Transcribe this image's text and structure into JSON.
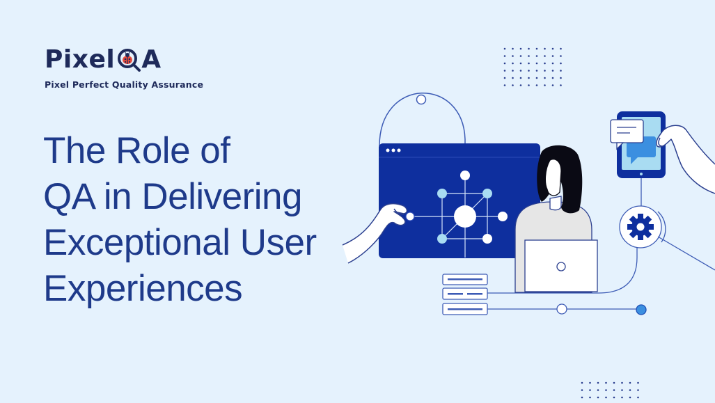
{
  "brand": {
    "name_part1": "Pixel",
    "name_part2": "A",
    "tagline": "Pixel Perfect Quality Assurance",
    "mark_icon": "magnifier-ladybug-icon",
    "colors": {
      "navy": "#1e2a5a",
      "ladybug": "#e84b3c"
    }
  },
  "headline": {
    "lines": [
      "The Role of",
      "QA in Delivering",
      "Exceptional User",
      "Experiences"
    ],
    "color": "#1e3a8a"
  },
  "illustration": {
    "elements": [
      "browser-window",
      "node-network",
      "woman-with-laptop",
      "tablet",
      "chat-bubble",
      "gear-icon",
      "server-rack",
      "pointing-hand",
      "tapping-hand",
      "dot-grid"
    ],
    "colors": {
      "background": "#e5f2fd",
      "primary": "#0e2f9e",
      "accent": "#3b8fe0",
      "node_light": "#a9dcf2",
      "line": "#5a7ac8"
    }
  }
}
